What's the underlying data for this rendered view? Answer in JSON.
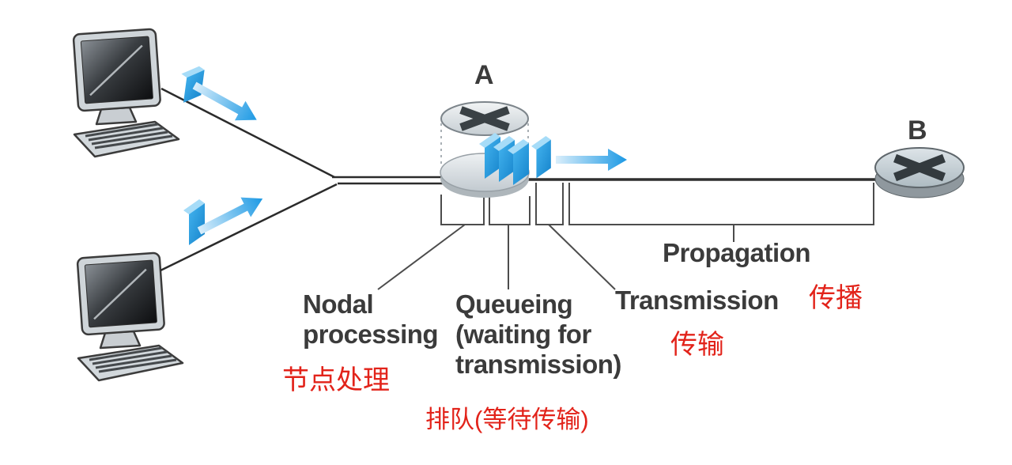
{
  "diagram": {
    "title_hint": "packet delay diagram",
    "nodes": {
      "router_a_label": "A",
      "router_b_label": "B"
    },
    "delay_labels": {
      "nodal": "Nodal\nprocessing",
      "queueing": "Queueing\n(waiting for\ntransmission)",
      "transmission": "Transmission",
      "propagation": "Propagation"
    },
    "delay_labels_zh": {
      "nodal": "节点处理",
      "queueing": "排队(等待传输)",
      "transmission": "传输",
      "propagation": "传播"
    },
    "colors": {
      "annotation_red": "#e2231a",
      "label_dark": "#3b3b3b",
      "packet_blue": "#2aa2e6",
      "line_dark": "#2e2e2e",
      "bracket_gray": "#4c4c4c"
    }
  }
}
